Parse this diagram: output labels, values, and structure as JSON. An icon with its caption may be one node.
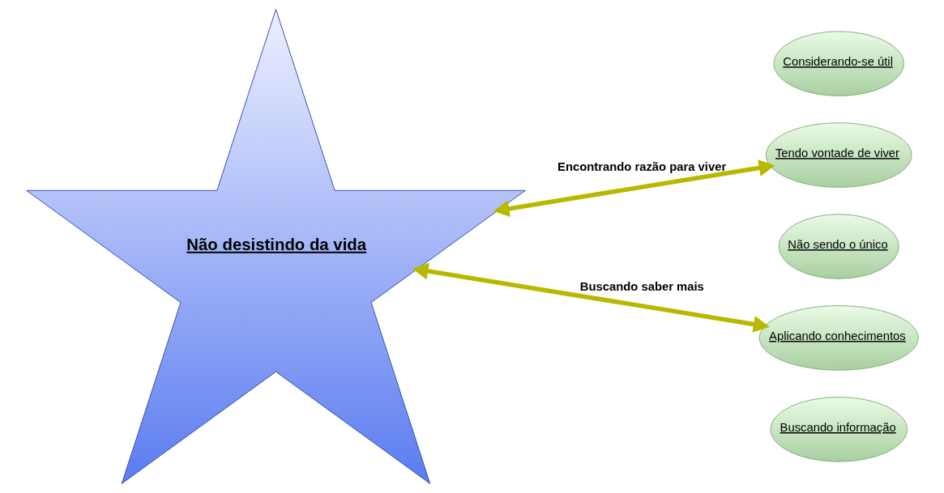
{
  "diagram": {
    "nodes": [
      {
        "text": [
          "Não desistindo da vida"
        ]
      },
      {
        "text": [
          "Considerando-se útil"
        ]
      },
      {
        "text": [
          "Tendo vontade de viver"
        ]
      },
      {
        "text": [
          "Não sendo o único"
        ]
      },
      {
        "text": [
          "Aplicando conhecimentos"
        ]
      },
      {
        "text": [
          "Buscando informação"
        ]
      }
    ],
    "edges": [
      {
        "from": 0,
        "to": 2,
        "arrow": "both",
        "label": "Encontrando razão para viver"
      },
      {
        "from": 0,
        "to": 4,
        "arrow": "both",
        "label": "Buscando saber mais"
      }
    ]
  }
}
